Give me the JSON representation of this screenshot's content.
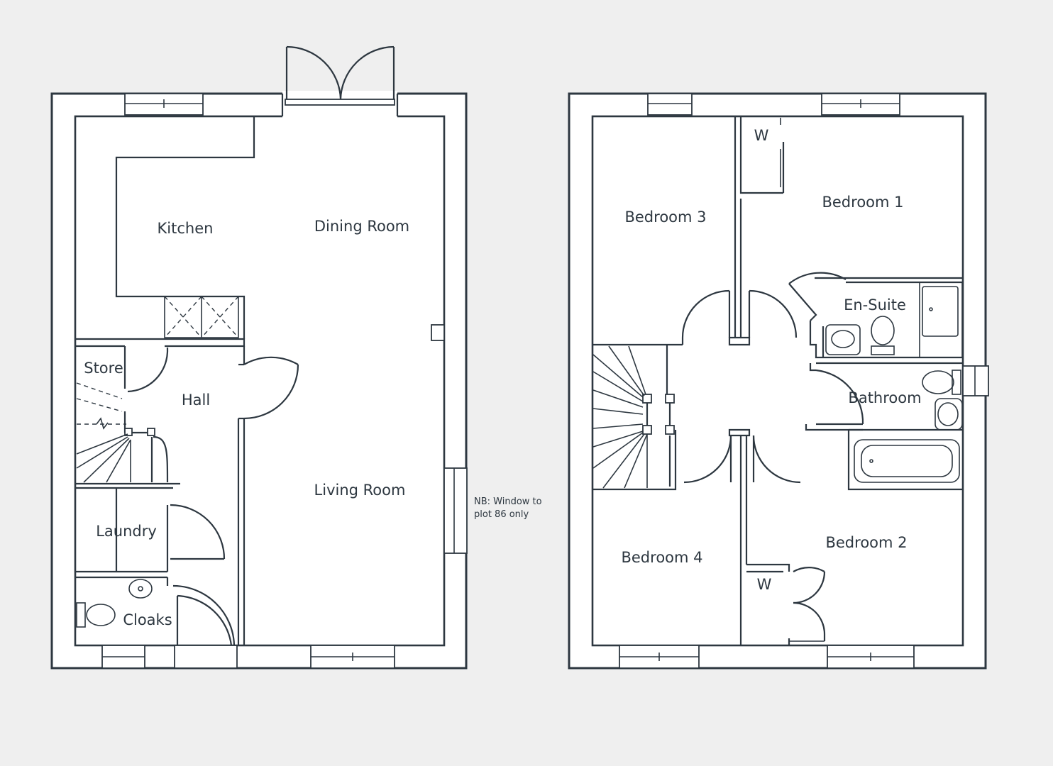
{
  "ground_floor": {
    "rooms": {
      "kitchen": "Kitchen",
      "dining": "Dining Room",
      "store": "Store",
      "hall": "Hall",
      "living": "Living Room",
      "laundry": "Laundry",
      "cloaks": "Cloaks"
    },
    "note_line1": "NB: Window to",
    "note_line2": "plot 86 only"
  },
  "first_floor": {
    "rooms": {
      "bedroom3": "Bedroom 3",
      "bedroom1": "Bedroom 1",
      "ensuite": "En-Suite",
      "bathroom": "Bathroom",
      "bedroom4": "Bedroom 4",
      "bedroom2": "Bedroom 2",
      "wardrobe1": "W",
      "wardrobe2": "W"
    }
  },
  "colors": {
    "line": "#2d3740",
    "background": "#efefef",
    "fill": "#ffffff"
  }
}
